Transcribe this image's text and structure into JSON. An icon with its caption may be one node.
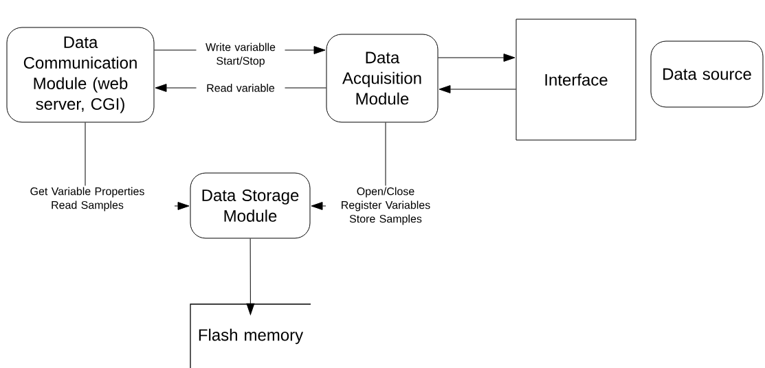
{
  "diagram": {
    "nodes": [
      {
        "text": [
          "Data Communication Module (web server, CGI)"
        ]
      },
      {
        "text": [
          "Data Acquisition Module"
        ]
      },
      {
        "text": [
          "Interface"
        ]
      },
      {
        "text": [
          "Data source"
        ]
      },
      {
        "text": [
          "Data Storage Module"
        ]
      },
      {
        "text": [
          "Flash memory"
        ]
      }
    ],
    "edges": [
      {
        "from": 0,
        "to": 1,
        "arrow": "to",
        "label": "Write variablle Start/Stop"
      },
      {
        "from": 1,
        "to": 0,
        "arrow": "to",
        "label": "Read variable"
      },
      {
        "from": 1,
        "to": 2,
        "arrow": "to"
      },
      {
        "from": 2,
        "to": 1,
        "arrow": "to"
      },
      {
        "from": 0,
        "to": 4,
        "arrow": "to",
        "label": "Get Variable Properties Read Samples"
      },
      {
        "from": 1,
        "to": 4,
        "arrow": "to",
        "label": "Open/Close Register Variables Store Samples"
      },
      {
        "from": 4,
        "to": 5,
        "arrow": "to"
      }
    ]
  }
}
